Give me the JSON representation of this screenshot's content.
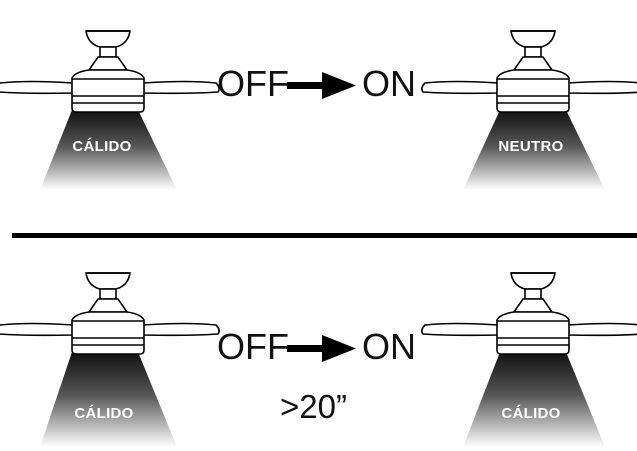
{
  "row1": {
    "left_fan_label": "CÁLIDO",
    "off_text": "OFF",
    "on_text": "ON",
    "right_fan_label": "NEUTRO"
  },
  "row2": {
    "left_fan_label": "CÁLIDO",
    "off_text": "OFF",
    "on_text": "ON",
    "note": ">20”",
    "right_fan_label": "CÁLIDO"
  },
  "colors": {
    "light_dark": "#111111",
    "light_fade": "#ffffff",
    "line": "#000000"
  }
}
